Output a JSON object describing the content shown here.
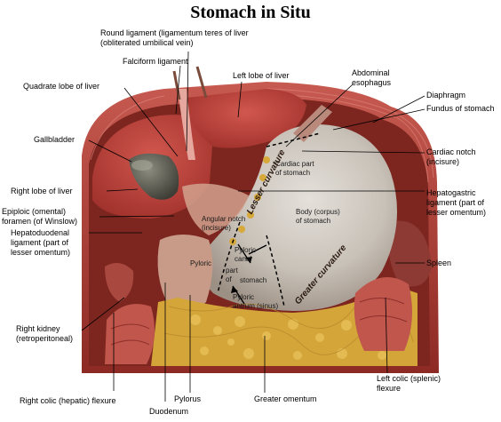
{
  "title": "Stomach in Situ",
  "labels": {
    "round_ligament": "Round ligament (ligamentum teres of liver\n(obliterated umbilical vein)",
    "falciform_ligament": "Falciform ligament",
    "left_lobe_liver": "Left lobe of liver",
    "abdominal_esophagus": "Abdominal\nesophagus",
    "quadrate_lobe": "Quadrate lobe of liver",
    "diaphragm": "Diaphragm",
    "fundus": "Fundus of stomach",
    "gallbladder": "Gallbladder",
    "cardiac_notch": "Cardiac notch\n(incisure)",
    "right_lobe_liver": "Right lobe of liver",
    "hepatogastric": "Hepatogastric\nligament (part of\nlesser omentum)",
    "epiploic": "Epiploic (omental)\nforamen (of Winslow)",
    "hepatoduodenal": "Hepatoduodenal\nligament (part of\nlesser omentum)",
    "spleen": "Spleen",
    "right_kidney": "Right kidney\n(retroperitoneal)",
    "left_colic": "Left colic (splenic)\nflexure",
    "right_colic": "Right colic (hepatic) flexure",
    "pylorus": "Pylorus",
    "greater_omentum": "Greater omentum",
    "duodenum": "Duodenum"
  },
  "inner_labels": {
    "cardiac_part": "Cardiac part\nof stomach",
    "angular_notch": "Angular notch\n(incisure)",
    "body": "Body (corpus)\nof stomach",
    "pyloric_canal": "Pyloric\ncanal",
    "pyloric": "Pyloric",
    "part_of": "part\nof",
    "stomach": "stomach",
    "pyloric_antrum": "Pyloric\nantrum (sinus)"
  },
  "curvatures": {
    "lesser": "Lesser curvature",
    "greater": "Greater curvature"
  },
  "colors": {
    "muscle_red": "#b8403a",
    "liver_red": "#b8423c",
    "stomach_gray": "#c9c3bc",
    "omentum_yellow": "#d7a83a",
    "gallbladder_gray": "#6b6b60"
  }
}
